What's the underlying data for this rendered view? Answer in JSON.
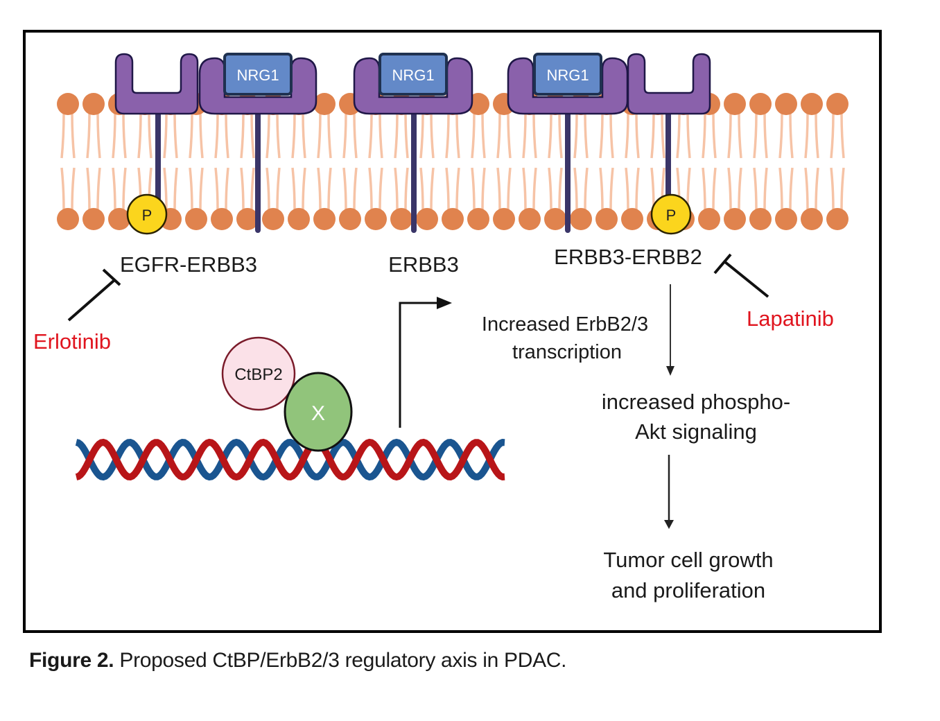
{
  "figure": {
    "receptors": [
      {
        "id": "egfr-erbb3",
        "label": "EGFR-ERBB3",
        "units": [
          {
            "ligand": null,
            "phospho": "P"
          },
          {
            "ligand": "NRG1",
            "phospho": null
          }
        ]
      },
      {
        "id": "erbb3",
        "label": "ERBB3",
        "units": [
          {
            "ligand": "NRG1",
            "phospho": null
          }
        ]
      },
      {
        "id": "erbb3-erbb2",
        "label": "ERBB3-ERBB2",
        "units": [
          {
            "ligand": "NRG1",
            "phospho": null
          },
          {
            "ligand": null,
            "phospho": "P"
          }
        ]
      }
    ],
    "inhibitors": [
      {
        "name": "Erlotinib",
        "target": "EGFR-ERBB3"
      },
      {
        "name": "Lapatinib",
        "target": "ERBB3-ERBB2"
      }
    ],
    "dna_complex": {
      "protein_a": "CtBP2",
      "protein_b": "X"
    },
    "pathway": {
      "step1": [
        "Increased ErbB2/3",
        "transcription"
      ],
      "step2": [
        "increased phospho-",
        "Akt signaling"
      ],
      "step3": [
        "Tumor cell growth",
        "and proliferation"
      ]
    },
    "colors": {
      "lipid_head": "#e0834e",
      "lipid_tail": "#f6c3a6",
      "receptor": "#8a61ab",
      "receptor_outline": "#1f1747",
      "ligand": "#6389c8",
      "ligand_outline": "#1f3150",
      "stalk": "#3a3568",
      "phospho": "#fbd51d",
      "ctbp2": "#fbe1e8",
      "ctbp2_outline": "#7a1b2a",
      "x_protein": "#91c47b",
      "dna_red": "#b81518",
      "dna_blue": "#1a5590",
      "inhibitor_text": "#e0141e"
    }
  },
  "caption": {
    "label": "Figure 2.",
    "text": " Proposed CtBP/ErbB2/3 regulatory axis in PDAC."
  }
}
